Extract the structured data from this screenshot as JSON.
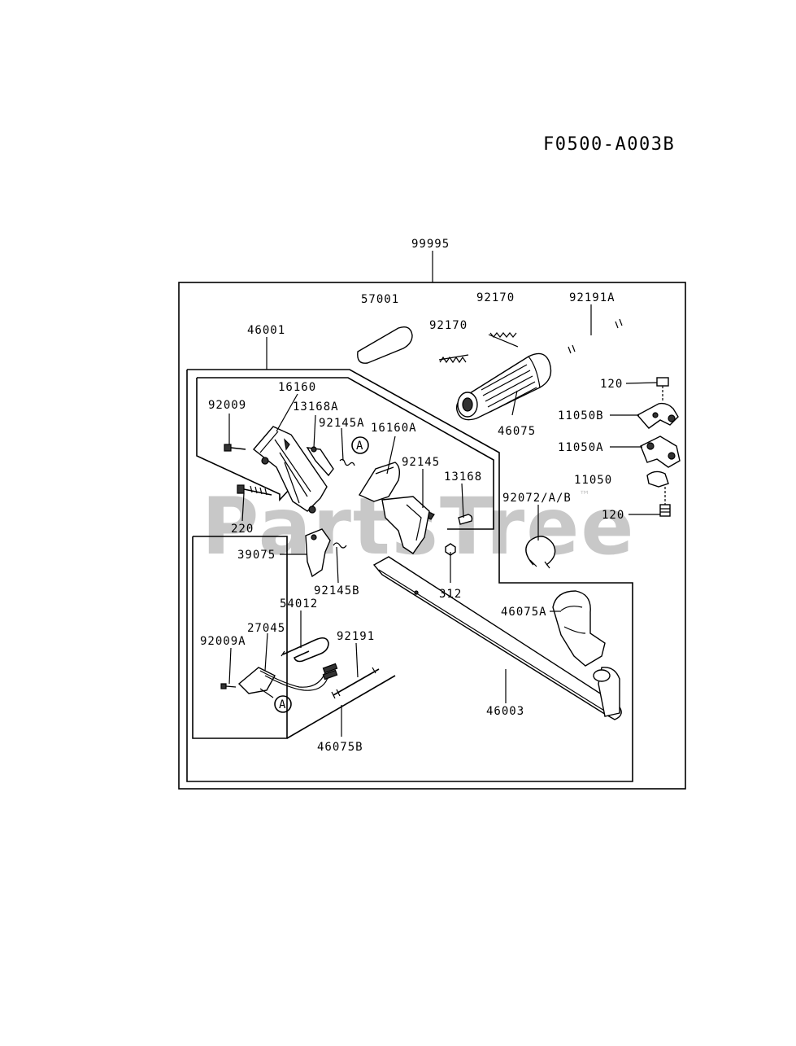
{
  "diagram": {
    "code": "F0500-A003B",
    "watermark": "PartsTree",
    "trademark": "™",
    "labels": {
      "p99995": "99995",
      "p57001": "57001",
      "p92170_top": "92170",
      "p92170_mid": "92170",
      "p92191A": "92191A",
      "p46001": "46001",
      "p120_top": "120",
      "p16160": "16160",
      "p92009": "92009",
      "p13168A": "13168A",
      "p92145A": "92145A",
      "p16160A": "16160A",
      "p46075": "46075",
      "p11050B": "11050B",
      "p11050A": "11050A",
      "p92145": "92145",
      "p13168": "13168",
      "p11050": "11050",
      "p92072": "92072/A/B",
      "p120_bot": "120",
      "p220": "220",
      "p39075": "39075",
      "p312": "312",
      "p92145B": "92145B",
      "p54012": "54012",
      "p46075A": "46075A",
      "p27045": "27045",
      "p92191": "92191",
      "p92009A": "92009A",
      "p46003": "46003",
      "p46075B": "46075B",
      "ref_a_top": "A",
      "ref_a_bot": "A"
    }
  }
}
